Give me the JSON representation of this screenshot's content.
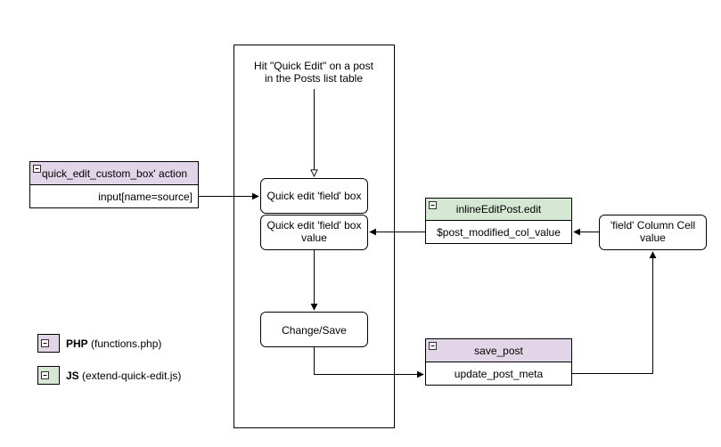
{
  "diagram": {
    "lane_title_lines": [
      "Hit \"Quick Edit\" on a post",
      "in the Posts list table"
    ],
    "action_box": {
      "title": "quick_edit_custom_box' action",
      "row": "input[name=source]",
      "color": "#e1d5e7"
    },
    "qe_field_box": "Quick edit 'field' box",
    "qe_field_value_lines": [
      "Quick edit 'field' box",
      "value"
    ],
    "change_save": "Change/Save",
    "inline_edit_box": {
      "title": "inlineEditPost.edit",
      "row": "$post_modified_col_value",
      "color": "#d5e8d4"
    },
    "column_cell_lines": [
      "'field' Column Cell",
      "value"
    ],
    "save_post_box": {
      "title": "save_post",
      "row": "update_post_meta",
      "color": "#e1d5e7"
    },
    "legend": [
      {
        "bold": "PHP",
        "rest": " (functions.php)",
        "color": "#e1d5e7",
        "icon": "collapse-minus-icon"
      },
      {
        "bold": "JS",
        "rest": " (extend-quick-edit.js)",
        "color": "#d5e8d4",
        "icon": "collapse-minus-icon"
      }
    ]
  }
}
